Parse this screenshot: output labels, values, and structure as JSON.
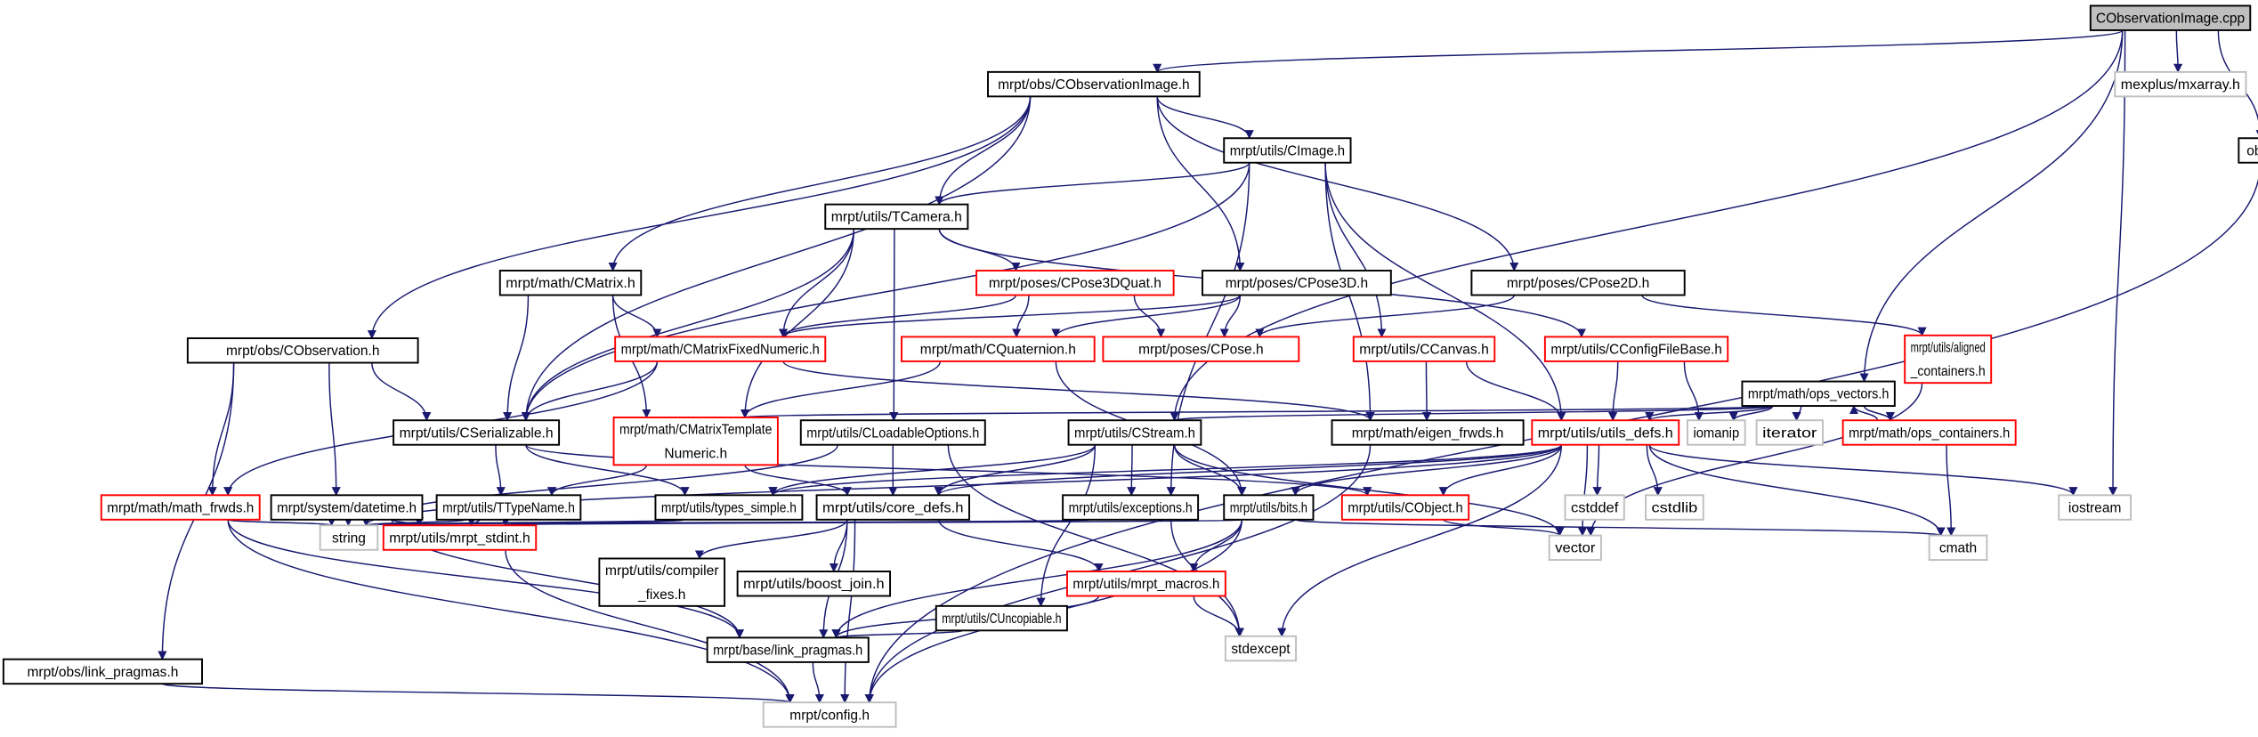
{
  "colors": {
    "edge": "#191970",
    "normal_border": "#000000",
    "incomplete_border": "#ff0000",
    "system_border": "#bfbfbf",
    "root_fill": "#bfbfbf"
  },
  "nodes": [
    {
      "id": "cpp",
      "label": [
        "CObservationImage.cpp"
      ],
      "style": "root"
    },
    {
      "id": "obsimg",
      "label": [
        "mrpt/obs/CObservationImage.h"
      ],
      "style": "black"
    },
    {
      "id": "mxarray",
      "label": [
        "mexplus/mxarray.h"
      ],
      "style": "grey"
    },
    {
      "id": "precomp",
      "label": [
        "obs-precomp.h"
      ],
      "style": "black"
    },
    {
      "id": "cimage",
      "label": [
        "mrpt/utils/CImage.h"
      ],
      "style": "black"
    },
    {
      "id": "tcamera",
      "label": [
        "mrpt/utils/TCamera.h"
      ],
      "style": "black"
    },
    {
      "id": "cmatrix",
      "label": [
        "mrpt/math/CMatrix.h"
      ],
      "style": "black"
    },
    {
      "id": "pose3dquat",
      "label": [
        "mrpt/poses/CPose3DQuat.h"
      ],
      "style": "red"
    },
    {
      "id": "pose3d",
      "label": [
        "mrpt/poses/CPose3D.h"
      ],
      "style": "black"
    },
    {
      "id": "pose2d",
      "label": [
        "mrpt/poses/CPose2D.h"
      ],
      "style": "black"
    },
    {
      "id": "cobs",
      "label": [
        "mrpt/obs/CObservation.h"
      ],
      "style": "black"
    },
    {
      "id": "fixednum",
      "label": [
        "mrpt/math/CMatrixFixedNumeric.h"
      ],
      "style": "red"
    },
    {
      "id": "quat",
      "label": [
        "mrpt/math/CQuaternion.h"
      ],
      "style": "red"
    },
    {
      "id": "cpose",
      "label": [
        "mrpt/poses/CPose.h"
      ],
      "style": "red"
    },
    {
      "id": "canvas",
      "label": [
        "mrpt/utils/CCanvas.h"
      ],
      "style": "red"
    },
    {
      "id": "config_base",
      "label": [
        "mrpt/utils/CConfigFileBase.h"
      ],
      "style": "red"
    },
    {
      "id": "aligned",
      "label": [
        "mrpt/utils/aligned",
        "_containers.h"
      ],
      "style": "red"
    },
    {
      "id": "opsvec",
      "label": [
        "mrpt/math/ops_vectors.h"
      ],
      "style": "black"
    },
    {
      "id": "serial",
      "label": [
        "mrpt/utils/CSerializable.h"
      ],
      "style": "black"
    },
    {
      "id": "tmplnum",
      "label": [
        "mrpt/math/CMatrixTemplate",
        "Numeric.h"
      ],
      "style": "red"
    },
    {
      "id": "loadable",
      "label": [
        "mrpt/utils/CLoadableOptions.h"
      ],
      "style": "black"
    },
    {
      "id": "cstream",
      "label": [
        "mrpt/utils/CStream.h"
      ],
      "style": "black"
    },
    {
      "id": "eigen",
      "label": [
        "mrpt/math/eigen_frwds.h"
      ],
      "style": "black"
    },
    {
      "id": "utilsdefs",
      "label": [
        "mrpt/utils/utils_defs.h"
      ],
      "style": "red"
    },
    {
      "id": "iomanip",
      "label": [
        "iomanip"
      ],
      "style": "grey"
    },
    {
      "id": "iterator",
      "label": [
        "iterator"
      ],
      "style": "grey"
    },
    {
      "id": "opscont",
      "label": [
        "mrpt/math/ops_containers.h"
      ],
      "style": "red"
    },
    {
      "id": "mathfrwds",
      "label": [
        "mrpt/math/math_frwds.h"
      ],
      "style": "red"
    },
    {
      "id": "datetime",
      "label": [
        "mrpt/system/datetime.h"
      ],
      "style": "black"
    },
    {
      "id": "ttypename",
      "label": [
        "mrpt/utils/TTypeName.h"
      ],
      "style": "black"
    },
    {
      "id": "typessimple",
      "label": [
        "mrpt/utils/types_simple.h"
      ],
      "style": "black"
    },
    {
      "id": "coredefs",
      "label": [
        "mrpt/utils/core_defs.h"
      ],
      "style": "black"
    },
    {
      "id": "exceptions",
      "label": [
        "mrpt/utils/exceptions.h"
      ],
      "style": "black"
    },
    {
      "id": "bits",
      "label": [
        "mrpt/utils/bits.h"
      ],
      "style": "black"
    },
    {
      "id": "cobject",
      "label": [
        "mrpt/utils/CObject.h"
      ],
      "style": "red"
    },
    {
      "id": "cstddef",
      "label": [
        "cstddef"
      ],
      "style": "grey"
    },
    {
      "id": "cstdlib",
      "label": [
        "cstdlib"
      ],
      "style": "grey"
    },
    {
      "id": "iostream",
      "label": [
        "iostream"
      ],
      "style": "grey"
    },
    {
      "id": "string",
      "label": [
        "string"
      ],
      "style": "grey"
    },
    {
      "id": "stdint",
      "label": [
        "mrpt/utils/mrpt_stdint.h"
      ],
      "style": "red"
    },
    {
      "id": "vector",
      "label": [
        "vector"
      ],
      "style": "grey"
    },
    {
      "id": "cmath",
      "label": [
        "cmath"
      ],
      "style": "grey"
    },
    {
      "id": "compfixes",
      "label": [
        "mrpt/utils/compiler",
        "_fixes.h"
      ],
      "style": "black"
    },
    {
      "id": "boostjoin",
      "label": [
        "mrpt/utils/boost_join.h"
      ],
      "style": "black"
    },
    {
      "id": "uncopiable",
      "label": [
        "mrpt/utils/CUncopiable.h"
      ],
      "style": "black"
    },
    {
      "id": "macros",
      "label": [
        "mrpt/utils/mrpt_macros.h"
      ],
      "style": "red"
    },
    {
      "id": "obslink",
      "label": [
        "mrpt/obs/link_pragmas.h"
      ],
      "style": "black"
    },
    {
      "id": "baselink",
      "label": [
        "mrpt/base/link_pragmas.h"
      ],
      "style": "black"
    },
    {
      "id": "stdexcept",
      "label": [
        "stdexcept"
      ],
      "style": "grey"
    },
    {
      "id": "config",
      "label": [
        "mrpt/config.h"
      ],
      "style": "grey"
    }
  ],
  "edges": [
    [
      "cpp",
      "obsimg"
    ],
    [
      "cpp",
      "mxarray"
    ],
    [
      "cpp",
      "precomp"
    ],
    [
      "cpp",
      "opsvec"
    ],
    [
      "cpp",
      "cstream"
    ],
    [
      "cpp",
      "iostream"
    ],
    [
      "precomp",
      "config"
    ],
    [
      "obsimg",
      "cobs"
    ],
    [
      "obsimg",
      "serial"
    ],
    [
      "obsimg",
      "cmatrix"
    ],
    [
      "obsimg",
      "tcamera"
    ],
    [
      "obsimg",
      "pose3d"
    ],
    [
      "obsimg",
      "cimage"
    ],
    [
      "obsimg",
      "pose2d"
    ],
    [
      "cimage",
      "tcamera"
    ],
    [
      "cimage",
      "serial"
    ],
    [
      "cimage",
      "exceptions"
    ],
    [
      "cimage",
      "eigen"
    ],
    [
      "cimage",
      "canvas"
    ],
    [
      "cimage",
      "utilsdefs"
    ],
    [
      "tcamera",
      "serial"
    ],
    [
      "tcamera",
      "tmplnum"
    ],
    [
      "tcamera",
      "fixednum"
    ],
    [
      "tcamera",
      "pose3dquat"
    ],
    [
      "tcamera",
      "loadable"
    ],
    [
      "tcamera",
      "config_base"
    ],
    [
      "pose3dquat",
      "fixednum"
    ],
    [
      "pose3dquat",
      "quat"
    ],
    [
      "pose3dquat",
      "cpose"
    ],
    [
      "pose3d",
      "fixednum"
    ],
    [
      "pose3d",
      "quat"
    ],
    [
      "pose3d",
      "cpose"
    ],
    [
      "pose2d",
      "cpose"
    ],
    [
      "pose2d",
      "aligned"
    ],
    [
      "cmatrix",
      "fixednum"
    ],
    [
      "cmatrix",
      "serial"
    ],
    [
      "cmatrix",
      "tmplnum"
    ],
    [
      "cobs",
      "serial"
    ],
    [
      "cobs",
      "mathfrwds"
    ],
    [
      "cobs",
      "datetime"
    ],
    [
      "cobs",
      "obslink"
    ],
    [
      "fixednum",
      "serial"
    ],
    [
      "fixednum",
      "eigen"
    ],
    [
      "fixednum",
      "mathfrwds"
    ],
    [
      "quat",
      "tmplnum"
    ],
    [
      "quat",
      "bits"
    ],
    [
      "canvas",
      "eigen"
    ],
    [
      "canvas",
      "utilsdefs"
    ],
    [
      "config_base",
      "utilsdefs"
    ],
    [
      "config_base",
      "iomanip"
    ],
    [
      "aligned",
      "vector"
    ],
    [
      "opsvec",
      "tmplnum"
    ],
    [
      "opsvec",
      "cstream"
    ],
    [
      "opsvec",
      "utilsdefs"
    ],
    [
      "opsvec",
      "iomanip"
    ],
    [
      "opsvec",
      "iterator"
    ],
    [
      "opsvec",
      "opscont"
    ],
    [
      "opscont",
      "opsvec"
    ],
    [
      "opscont",
      "cmath"
    ],
    [
      "serial",
      "ttypename"
    ],
    [
      "serial",
      "typessimple"
    ],
    [
      "serial",
      "cobject"
    ],
    [
      "tmplnum",
      "ttypename"
    ],
    [
      "tmplnum",
      "coredefs"
    ],
    [
      "loadable",
      "coredefs"
    ],
    [
      "loadable",
      "string"
    ],
    [
      "loadable",
      "stdexcept"
    ],
    [
      "cstream",
      "typessimple"
    ],
    [
      "cstream",
      "coredefs"
    ],
    [
      "cstream",
      "exceptions"
    ],
    [
      "cstream",
      "bits"
    ],
    [
      "cstream",
      "uncopiable"
    ],
    [
      "cstream",
      "vector"
    ],
    [
      "eigen",
      "config"
    ],
    [
      "utilsdefs",
      "coredefs"
    ],
    [
      "utilsdefs",
      "typessimple"
    ],
    [
      "utilsdefs",
      "bits"
    ],
    [
      "utilsdefs",
      "cobject"
    ],
    [
      "utilsdefs",
      "cstddef"
    ],
    [
      "utilsdefs",
      "cstdlib"
    ],
    [
      "utilsdefs",
      "iostream"
    ],
    [
      "utilsdefs",
      "vector"
    ],
    [
      "utilsdefs",
      "cmath"
    ],
    [
      "utilsdefs",
      "stdexcept"
    ],
    [
      "utilsdefs",
      "string"
    ],
    [
      "mathfrwds",
      "string"
    ],
    [
      "mathfrwds",
      "baselink"
    ],
    [
      "mathfrwds",
      "config"
    ],
    [
      "datetime",
      "string"
    ],
    [
      "datetime",
      "stdint"
    ],
    [
      "datetime",
      "baselink"
    ],
    [
      "ttypename",
      "string"
    ],
    [
      "ttypename",
      "stdint"
    ],
    [
      "typessimple",
      "string"
    ],
    [
      "typessimple",
      "stdint"
    ],
    [
      "coredefs",
      "compfixes"
    ],
    [
      "coredefs",
      "boostjoin"
    ],
    [
      "coredefs",
      "macros"
    ],
    [
      "coredefs",
      "baselink"
    ],
    [
      "coredefs",
      "config"
    ],
    [
      "exceptions",
      "string"
    ],
    [
      "exceptions",
      "stdexcept"
    ],
    [
      "bits",
      "stdint"
    ],
    [
      "bits",
      "macros"
    ],
    [
      "bits",
      "baselink"
    ],
    [
      "bits",
      "config"
    ],
    [
      "bits",
      "cmath"
    ],
    [
      "cobject",
      "vector"
    ],
    [
      "stdint",
      "config"
    ],
    [
      "uncopiable",
      "baselink"
    ],
    [
      "macros",
      "baselink"
    ],
    [
      "macros",
      "stdexcept"
    ],
    [
      "baselink",
      "config"
    ],
    [
      "obslink",
      "config"
    ]
  ]
}
